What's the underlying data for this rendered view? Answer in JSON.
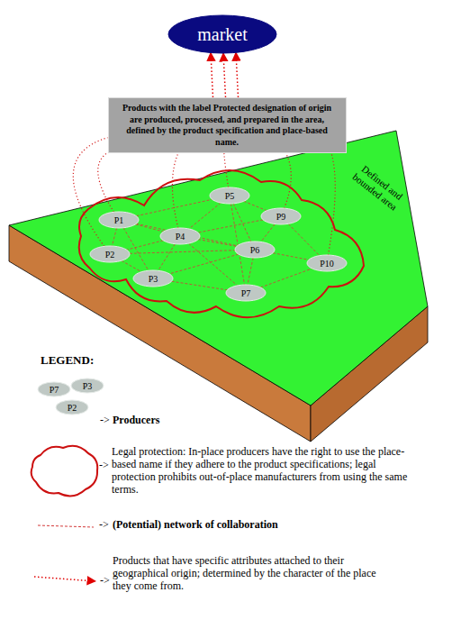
{
  "diagram": {
    "nodes": [
      {
        "text": [
          "market"
        ]
      },
      {
        "text": [
          "Products with the label Protected designation of origin are produced, processed, and prepared in the area, defined by the product specification and place-based name."
        ]
      },
      {
        "text": [
          "P5"
        ]
      },
      {
        "text": [
          "P1"
        ]
      },
      {
        "text": [
          "P9"
        ]
      },
      {
        "text": [
          "P4"
        ]
      },
      {
        "text": [
          "P2"
        ]
      },
      {
        "text": [
          "P6"
        ]
      },
      {
        "text": [
          "P10"
        ]
      },
      {
        "text": [
          "P3"
        ]
      },
      {
        "text": [
          "P7"
        ]
      },
      {
        "text": [
          "P7"
        ]
      },
      {
        "text": [
          "P3"
        ]
      },
      {
        "text": [
          "P2"
        ]
      }
    ],
    "edges": [
      {
        "from": 1,
        "to": 0,
        "arrow": "to"
      },
      {
        "from": 1,
        "to": 0,
        "arrow": "to"
      },
      {
        "from": 1,
        "to": 0,
        "arrow": "to"
      },
      {
        "from": 3,
        "to": 1,
        "arrow": "none"
      },
      {
        "from": 6,
        "to": 1,
        "arrow": "none"
      },
      {
        "from": 2,
        "to": 1,
        "arrow": "none"
      },
      {
        "from": 5,
        "to": 1,
        "arrow": "none"
      },
      {
        "from": 4,
        "to": 1,
        "arrow": "none"
      },
      {
        "from": 8,
        "to": 1,
        "arrow": "none"
      },
      {
        "from": 3,
        "to": 2,
        "arrow": "none"
      },
      {
        "from": 3,
        "to": 5,
        "arrow": "none"
      },
      {
        "from": 3,
        "to": 6,
        "arrow": "none"
      },
      {
        "from": 3,
        "to": 9,
        "arrow": "none"
      },
      {
        "from": 3,
        "to": 7,
        "arrow": "none"
      },
      {
        "from": 2,
        "to": 4,
        "arrow": "none"
      },
      {
        "from": 2,
        "to": 5,
        "arrow": "none"
      },
      {
        "from": 2,
        "to": 7,
        "arrow": "none"
      },
      {
        "from": 2,
        "to": 10,
        "arrow": "none"
      },
      {
        "from": 4,
        "to": 7,
        "arrow": "none"
      },
      {
        "from": 4,
        "to": 8,
        "arrow": "none"
      },
      {
        "from": 4,
        "to": 5,
        "arrow": "none"
      },
      {
        "from": 5,
        "to": 7,
        "arrow": "none"
      },
      {
        "from": 5,
        "to": 6,
        "arrow": "none"
      },
      {
        "from": 5,
        "to": 9,
        "arrow": "none"
      },
      {
        "from": 5,
        "to": 10,
        "arrow": "none"
      },
      {
        "from": 7,
        "to": 10,
        "arrow": "none"
      },
      {
        "from": 7,
        "to": 8,
        "arrow": "none"
      },
      {
        "from": 7,
        "to": 9,
        "arrow": "none"
      },
      {
        "from": 9,
        "to": 10,
        "arrow": "none"
      },
      {
        "from": 6,
        "to": 9,
        "arrow": "none"
      },
      {
        "from": 10,
        "to": 8,
        "arrow": "none"
      },
      {
        "from": 6,
        "to": 7,
        "arrow": "none"
      }
    ],
    "labels": [
      "Defined and bounded area",
      "LEGEND:",
      "->",
      "->",
      "->",
      "->"
    ],
    "legend": [
      {
        "text": "Producers"
      },
      {
        "text": "Legal protection: In-place producers have the right to use the place-based name if they adhere to the product specifications; legal protection prohibits out-of-place manufacturers from using the same terms."
      },
      {
        "text": "(Potential) network of collaboration"
      },
      {
        "text": "Products that have specific attributes attached to their geographical origin; determined by the character of the place they come from."
      }
    ]
  }
}
